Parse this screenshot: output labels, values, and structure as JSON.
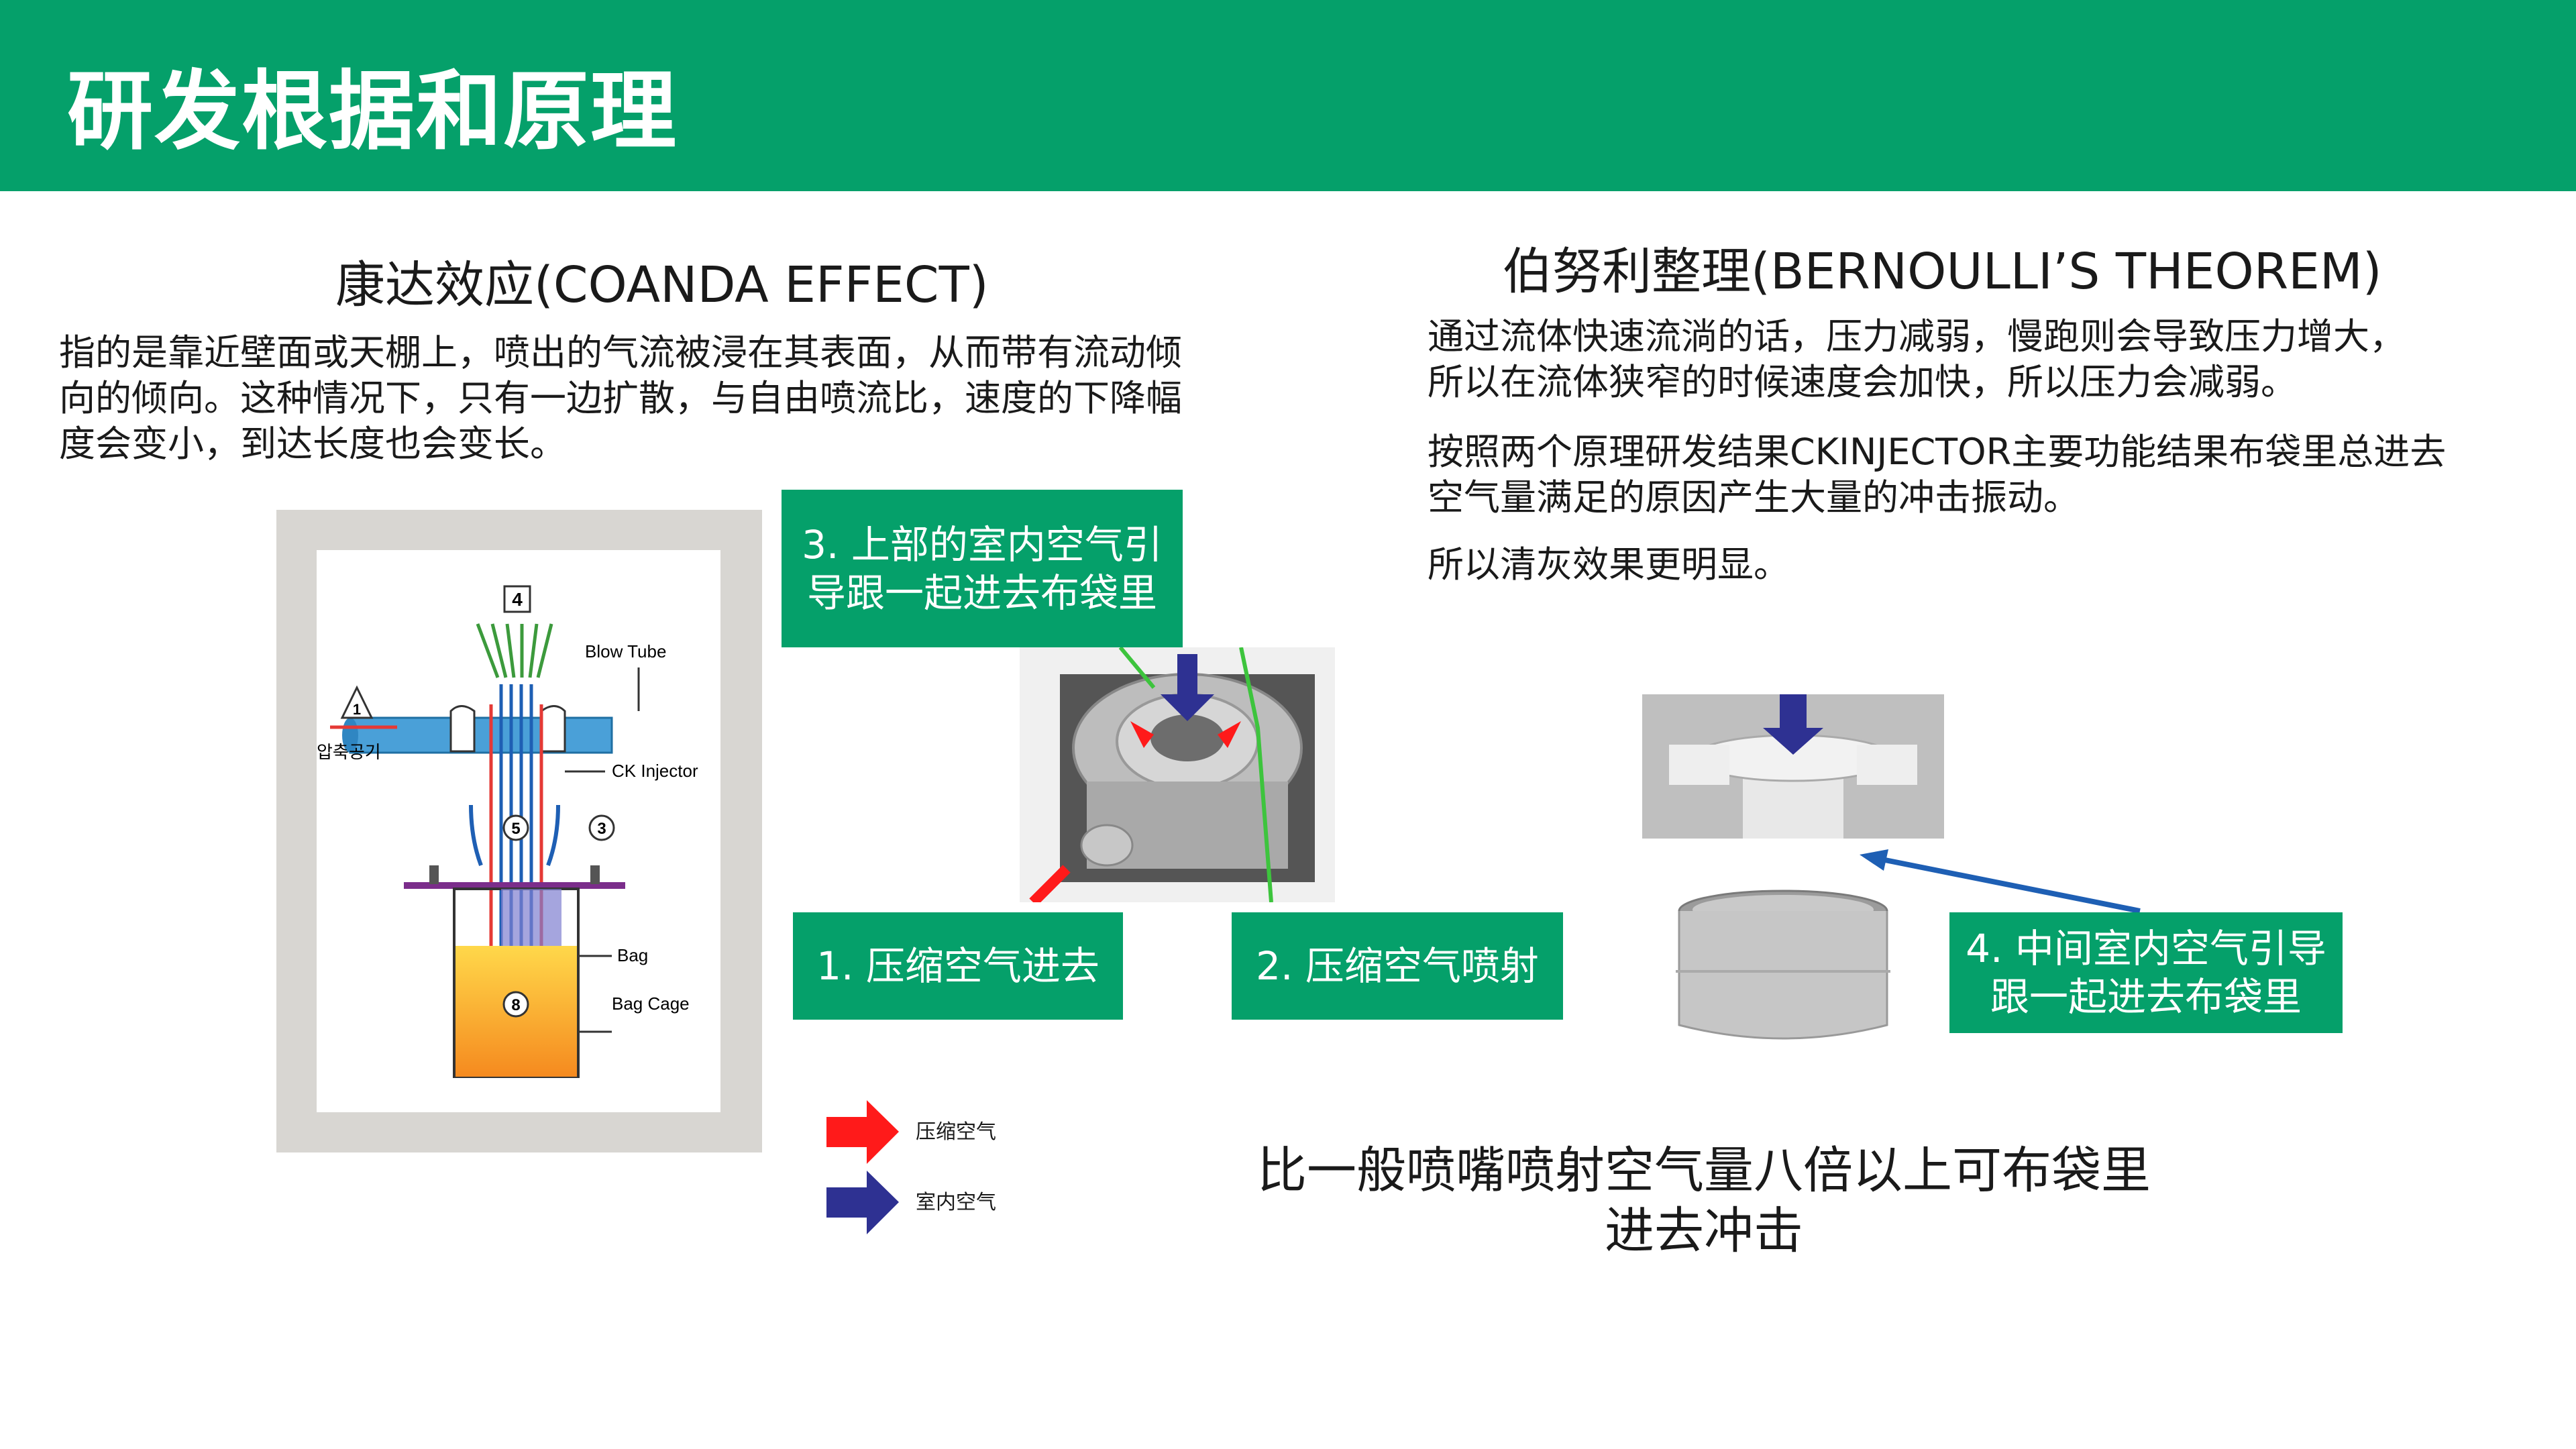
{
  "header": {
    "title": "研发根据和原理"
  },
  "coanda": {
    "title": "康达效应(COANDA EFFECT)",
    "lines": [
      "指的是靠近壁面或天棚上，喷出的气流被浸在其表面，从而带有流动倾",
      "向的倾向。这种情况下，只有一边扩散，与自由喷流比，速度的下降幅",
      "度会变小，到达长度也会变长。"
    ]
  },
  "bernoulli": {
    "title": "伯努利整理(BERNOULLI’S THEOREM)",
    "p1_lines": [
      "通过流体快速流淌的话，压力减弱，慢跑则会导致压力增大，",
      "所以在流体狭窄的时候速度会加快，所以压力会减弱。"
    ],
    "p2_lines": [
      "按照两个原理研发结果CKINJECTOR主要功能结果布袋里总进去",
      "空气量满足的原因产生大量的冲击振动。"
    ],
    "p3": "所以清灰效果更明显。"
  },
  "diagram": {
    "num_4": "4",
    "num_1": "1",
    "num_5": "5",
    "num_3": "3",
    "num_8": "8",
    "blow_tube": "Blow Tube",
    "ck_injector": "CK Injector",
    "bag": "Bag",
    "bag_cage": "Bag Cage",
    "korean_label": "압축공기"
  },
  "boxes": {
    "box3_lines": [
      "3. 上部的室内空气引",
      "导跟一起进去布袋里"
    ],
    "box1": "1. 压缩空气进去",
    "box2": "2. 压缩空气喷射",
    "box4_lines": [
      "4. 中间室内空气引导",
      "跟一起进去布袋里"
    ]
  },
  "legend": {
    "red_label": "压缩空气",
    "blue_label": "室内空气"
  },
  "conclusion": {
    "line1": "比一般喷嘴喷射空气量八倍以上可布袋里",
    "line2": "进去冲击"
  },
  "colors": {
    "brand_green": "#05a06a",
    "arrow_red": "#ff1a1a",
    "arrow_blue": "#2e3192"
  }
}
